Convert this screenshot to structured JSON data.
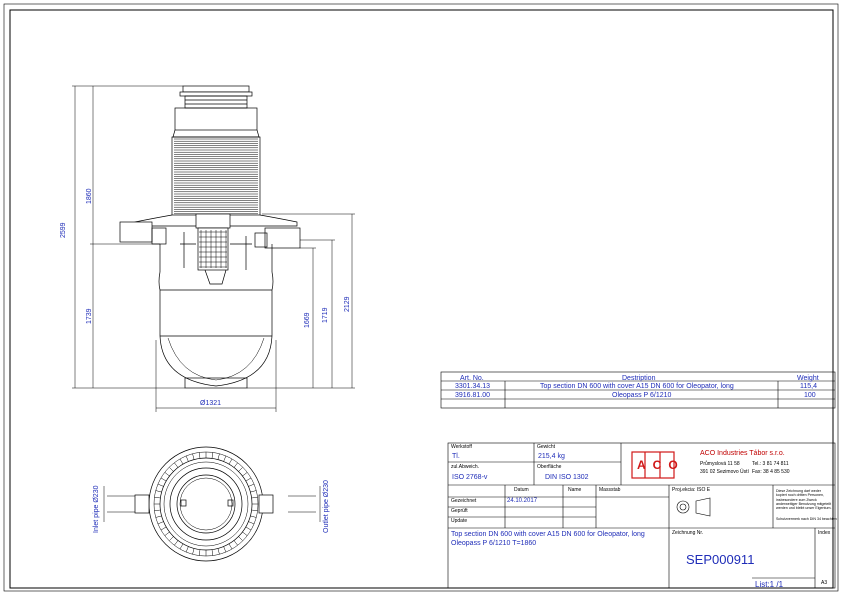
{
  "dimensions": {
    "d2599": "2599",
    "d1860": "1860",
    "d1739": "1739",
    "d1669": "1669",
    "d1719": "1719",
    "d2129": "2129",
    "d1321": "Ø1321",
    "inlet": "Inlet pipe Ø230",
    "outlet": "Outlet pipe Ø230"
  },
  "parts_table": {
    "headers": [
      "Art. No.",
      "Destription",
      "Weight"
    ],
    "rows": [
      {
        "art": "3301.34.13",
        "desc": "Top section DN 600 with cover A15 DN 600 for Oleopator, long",
        "weight": "115,4"
      },
      {
        "art": "3916.81.00",
        "desc": "Oleopass P 6/1210",
        "weight": "100"
      }
    ]
  },
  "title_block": {
    "werkstoff_label": "Werkstoff",
    "werkstoff_value": "Tl.",
    "zul_label": "zul.Abweich.",
    "zul_value": "ISO 2768-v",
    "gewicht_label": "Gewicht",
    "gewicht_value": "215,4 kg",
    "oberflaeche_label": "Oberfläche",
    "oberflaeche_value": "DIN ISO 1302",
    "logo": "ACO",
    "company": "ACO Industries Tábor s.r.o.",
    "address1": "Průmyslová 11 58",
    "address2": "391 02 Sezimovo Ústí",
    "tel": "Tel.: 3 81 74 811",
    "fax": "Fax: 38 4 85 530",
    "datum_label": "Datum",
    "name_label": "Name",
    "massstab_label": "Massstab",
    "gezeichnet_label": "Gezeichnet",
    "gezeichnet_date": "24.10.2017",
    "geprueft_label": "Geprüft",
    "update_label": "Update",
    "projection_label": "Proj.ekcia: ISO E",
    "notice": "Diese Zeichnung darf weder kopiert noch dritten Personen, insbesondere zum Zweck anderweitiger Benutzung mitgeteilt werden und bleibt unser Eigentum.",
    "format_note": "Schutzvermerk nach DIN 34 beachten",
    "description": "Top section DN 600 with cover A15 DN 600 for Oleopator, long",
    "description2": "Oleopass P 6/1210   T=1860",
    "zeichnung_label": "Zeichnung Nr.",
    "drawing_no": "SEP000911",
    "index_label": "Index",
    "sheet": "List:1 /1",
    "format": "A3"
  },
  "colors": {
    "line": "#000000",
    "dimension_text": "#1f2db8",
    "logo_red": "#d01818"
  }
}
